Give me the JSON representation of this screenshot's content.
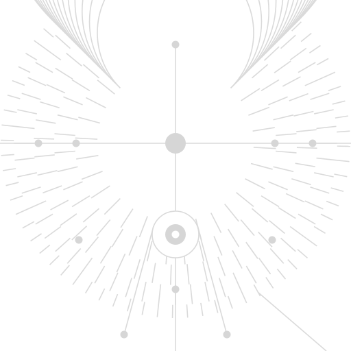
{
  "diagram": {
    "ring_count": 14,
    "sector_span_degrees": 270,
    "opening_direction": "up",
    "colors": {
      "background": "#ffffff",
      "line": "#dadada",
      "node": "#d6d6d6",
      "node_hole": "#ffffff"
    }
  }
}
